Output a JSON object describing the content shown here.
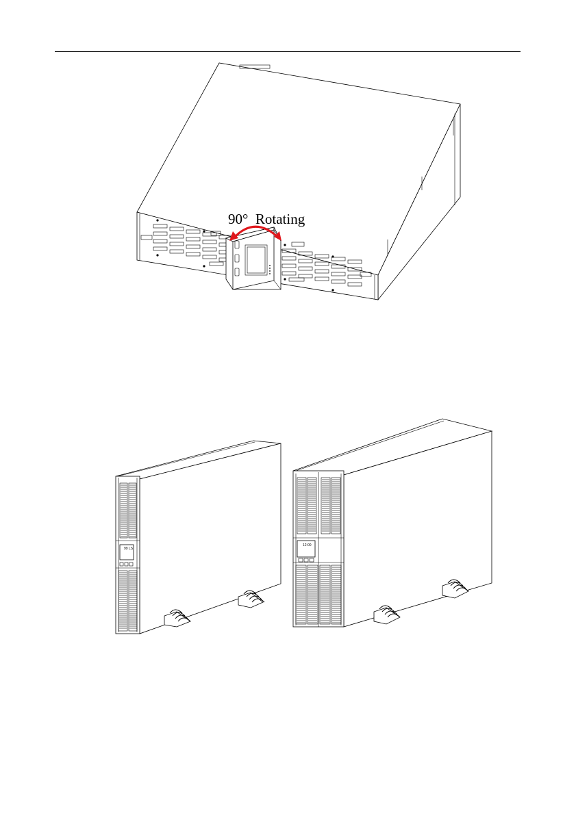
{
  "rack_figure": {
    "rotation_label": "90°  Rotating",
    "arrow_color": "#e0161b"
  },
  "tower_figure": {
    "small_display_text": "99 LS",
    "large_display_text": "12:00"
  }
}
